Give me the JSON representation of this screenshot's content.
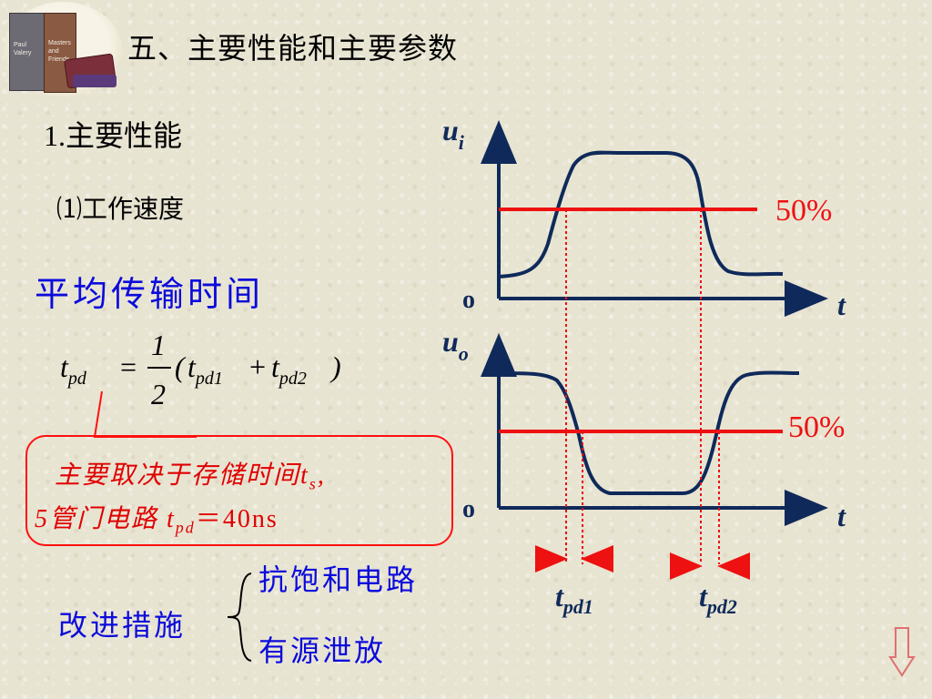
{
  "logo": {
    "book_title": "Paul Valery",
    "book_subtitle": "Masters and Friends"
  },
  "slide": {
    "title": "五、主要性能和主要参数",
    "section": "1.主要性能",
    "subsection": "⑴工作速度",
    "avg_label": "平均传输时间"
  },
  "formula": {
    "lhs_var": "t",
    "lhs_sub": "pd",
    "equals": "=",
    "frac_num": "1",
    "frac_den": "2",
    "open": "(",
    "t1": "t",
    "t1_sub": "pd1",
    "plus": "+",
    "t2": "t",
    "t2_sub": "pd2",
    "close": ")"
  },
  "callout": {
    "line1_text": "主要取决于存储时间",
    "line1_var": "t",
    "line1_sub": "s",
    "line1_end": ",",
    "line2_text": "5管门电路 ",
    "line2_var": "t",
    "line2_sub": "pd",
    "line2_eq": "＝",
    "line2_val": "40ns"
  },
  "improvements": {
    "label": "改进措施",
    "brace": "{",
    "items": [
      "抗饱和电路",
      "有源泄放"
    ]
  },
  "diagram": {
    "ui_label": "u",
    "ui_sub": "i",
    "uo_label": "u",
    "uo_sub": "o",
    "origin": "o",
    "t_axis": "t",
    "pct_label": "50%",
    "tpd1_var": "t",
    "tpd1_sub": "pd1",
    "tpd2_var": "t",
    "tpd2_sub": "pd2",
    "colors": {
      "wave": "#0f2a5a",
      "threshold": "#ee1111",
      "axis": "#0f2a5a"
    }
  },
  "nav": {
    "down_arrow_icon": "down-arrow-icon"
  }
}
